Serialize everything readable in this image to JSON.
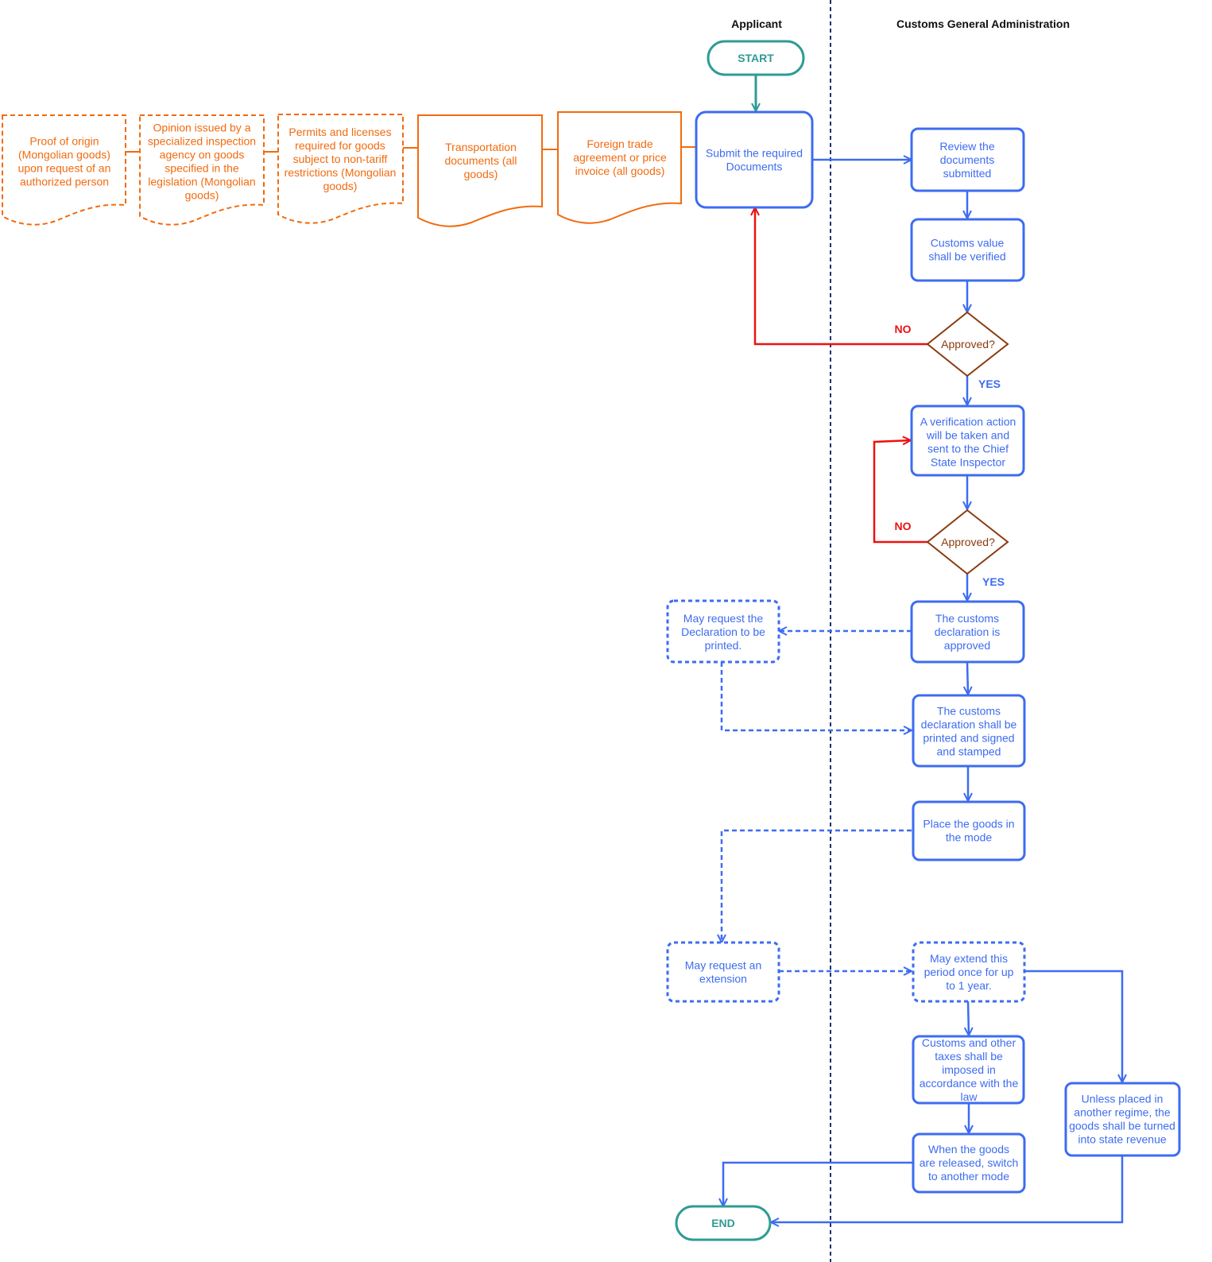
{
  "lanes": [
    {
      "id": "applicant",
      "title": "Applicant"
    },
    {
      "id": "customs",
      "title": "Customs General Administration"
    }
  ],
  "colors": {
    "terminal": "#2f9b95",
    "process": "#3d6cf0",
    "document": "#f26b0f",
    "decision": "#8b3a0f",
    "reject": "#ee1111",
    "lane_divider": "#1f3070",
    "title": "#111111"
  },
  "nodes": {
    "start": {
      "text": "START"
    },
    "doc_origin": {
      "text": "Proof of origin (Mongolian goods) upon request of an authorized person"
    },
    "doc_opinion": {
      "text": "Opinion issued by a specialized inspection agency on goods specified in the legislation (Mongolian goods)"
    },
    "doc_permits": {
      "text": "Permits and licenses required for goods subject to non-tariff restrictions (Mongolian goods)"
    },
    "doc_transport": {
      "text": "Transportation documents (all goods)"
    },
    "doc_foreign": {
      "text": "Foreign trade agreement or price invoice (all goods)"
    },
    "submit": {
      "text": "Submit the required Documents"
    },
    "review": {
      "text": "Review the documents submitted"
    },
    "verify_value": {
      "text": "Customs value shall be verified"
    },
    "approved1": {
      "text": "Approved?"
    },
    "verification": {
      "text": "A verification action will be taken and sent to the Chief State Inspector"
    },
    "approved2": {
      "text": "Approved?"
    },
    "decl_approved": {
      "text": "The customs declaration is approved"
    },
    "request_print": {
      "text": "May request the Declaration to be printed."
    },
    "decl_printed": {
      "text": "The customs declaration shall be printed and signed and stamped"
    },
    "place_goods": {
      "text": "Place the goods in the mode"
    },
    "request_ext": {
      "text": "May request an extension"
    },
    "extend": {
      "text": "May extend this period once for up to 1 year."
    },
    "taxes": {
      "text": "Customs and other taxes shall be imposed in accordance with the law"
    },
    "released": {
      "text": "When the goods are released, switch to another mode"
    },
    "state_revenue": {
      "text": "Unless placed in another regime, the goods shall be turned into state revenue"
    },
    "end": {
      "text": "END"
    }
  },
  "edge_labels": {
    "no1": "NO",
    "yes1": "YES",
    "no2": "NO",
    "yes2": "YES"
  }
}
